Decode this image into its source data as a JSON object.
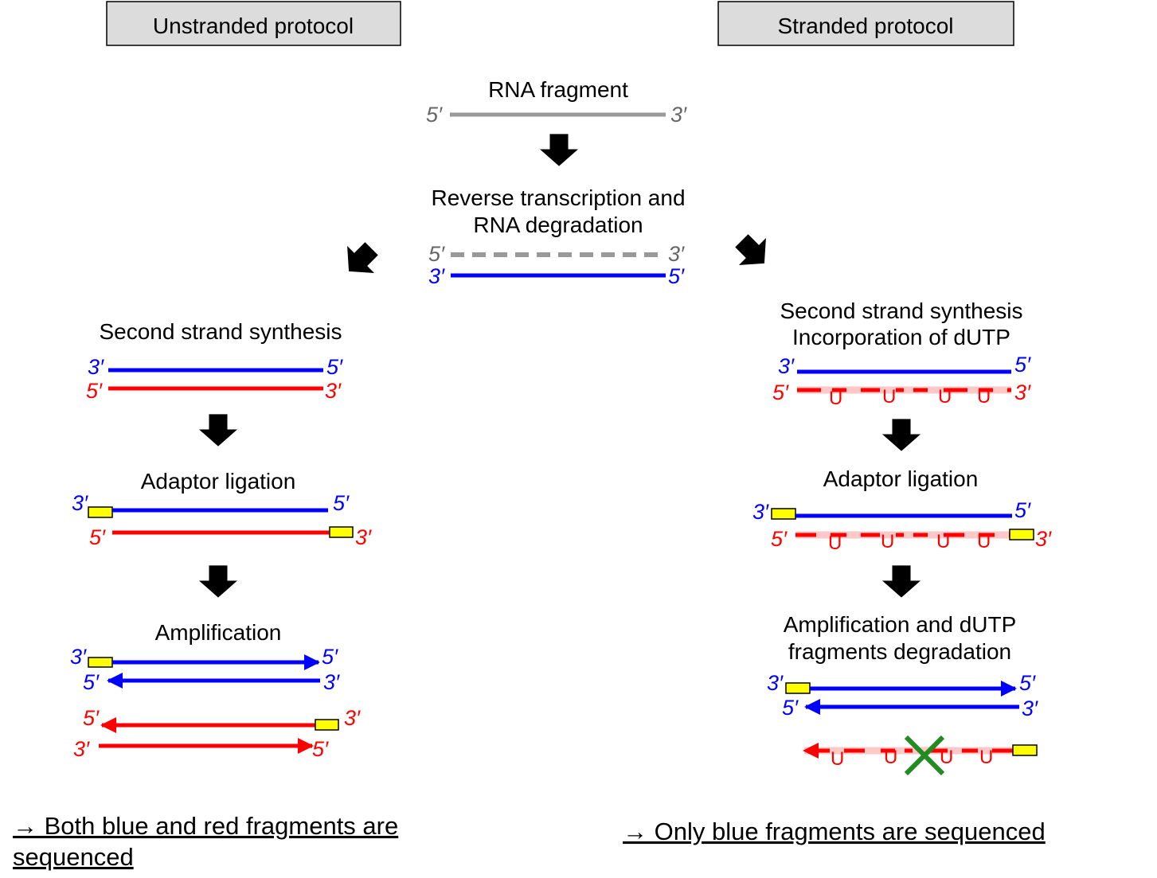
{
  "headers": {
    "unstranded": "Unstranded protocol",
    "stranded": "Stranded protocol"
  },
  "center": {
    "rna_fragment": "RNA fragment",
    "rt_line1": "Reverse transcription and",
    "rt_line2": "RNA degradation"
  },
  "left": {
    "second_strand": "Second strand synthesis",
    "adaptor": "Adaptor ligation",
    "amplification": "Amplification",
    "conclusion_line1": "→ Both blue and red fragments are",
    "conclusion_line2": "sequenced"
  },
  "right": {
    "second_strand_line1": "Second strand synthesis",
    "second_strand_line2": "Incorporation of dUTP",
    "adaptor": "Adaptor ligation",
    "amp_line1": "Amplification and dUTP",
    "amp_line2": "fragments degradation",
    "conclusion": "→ Only blue fragments are sequenced"
  },
  "ends": {
    "five": "5′",
    "three": "3′"
  },
  "uracil": "U",
  "colors": {
    "rna": "#999999",
    "cdna": "#0000ff",
    "second_strand": "#ff0000",
    "adaptor": "#ffff00",
    "degradation_cross": "#228b22"
  }
}
